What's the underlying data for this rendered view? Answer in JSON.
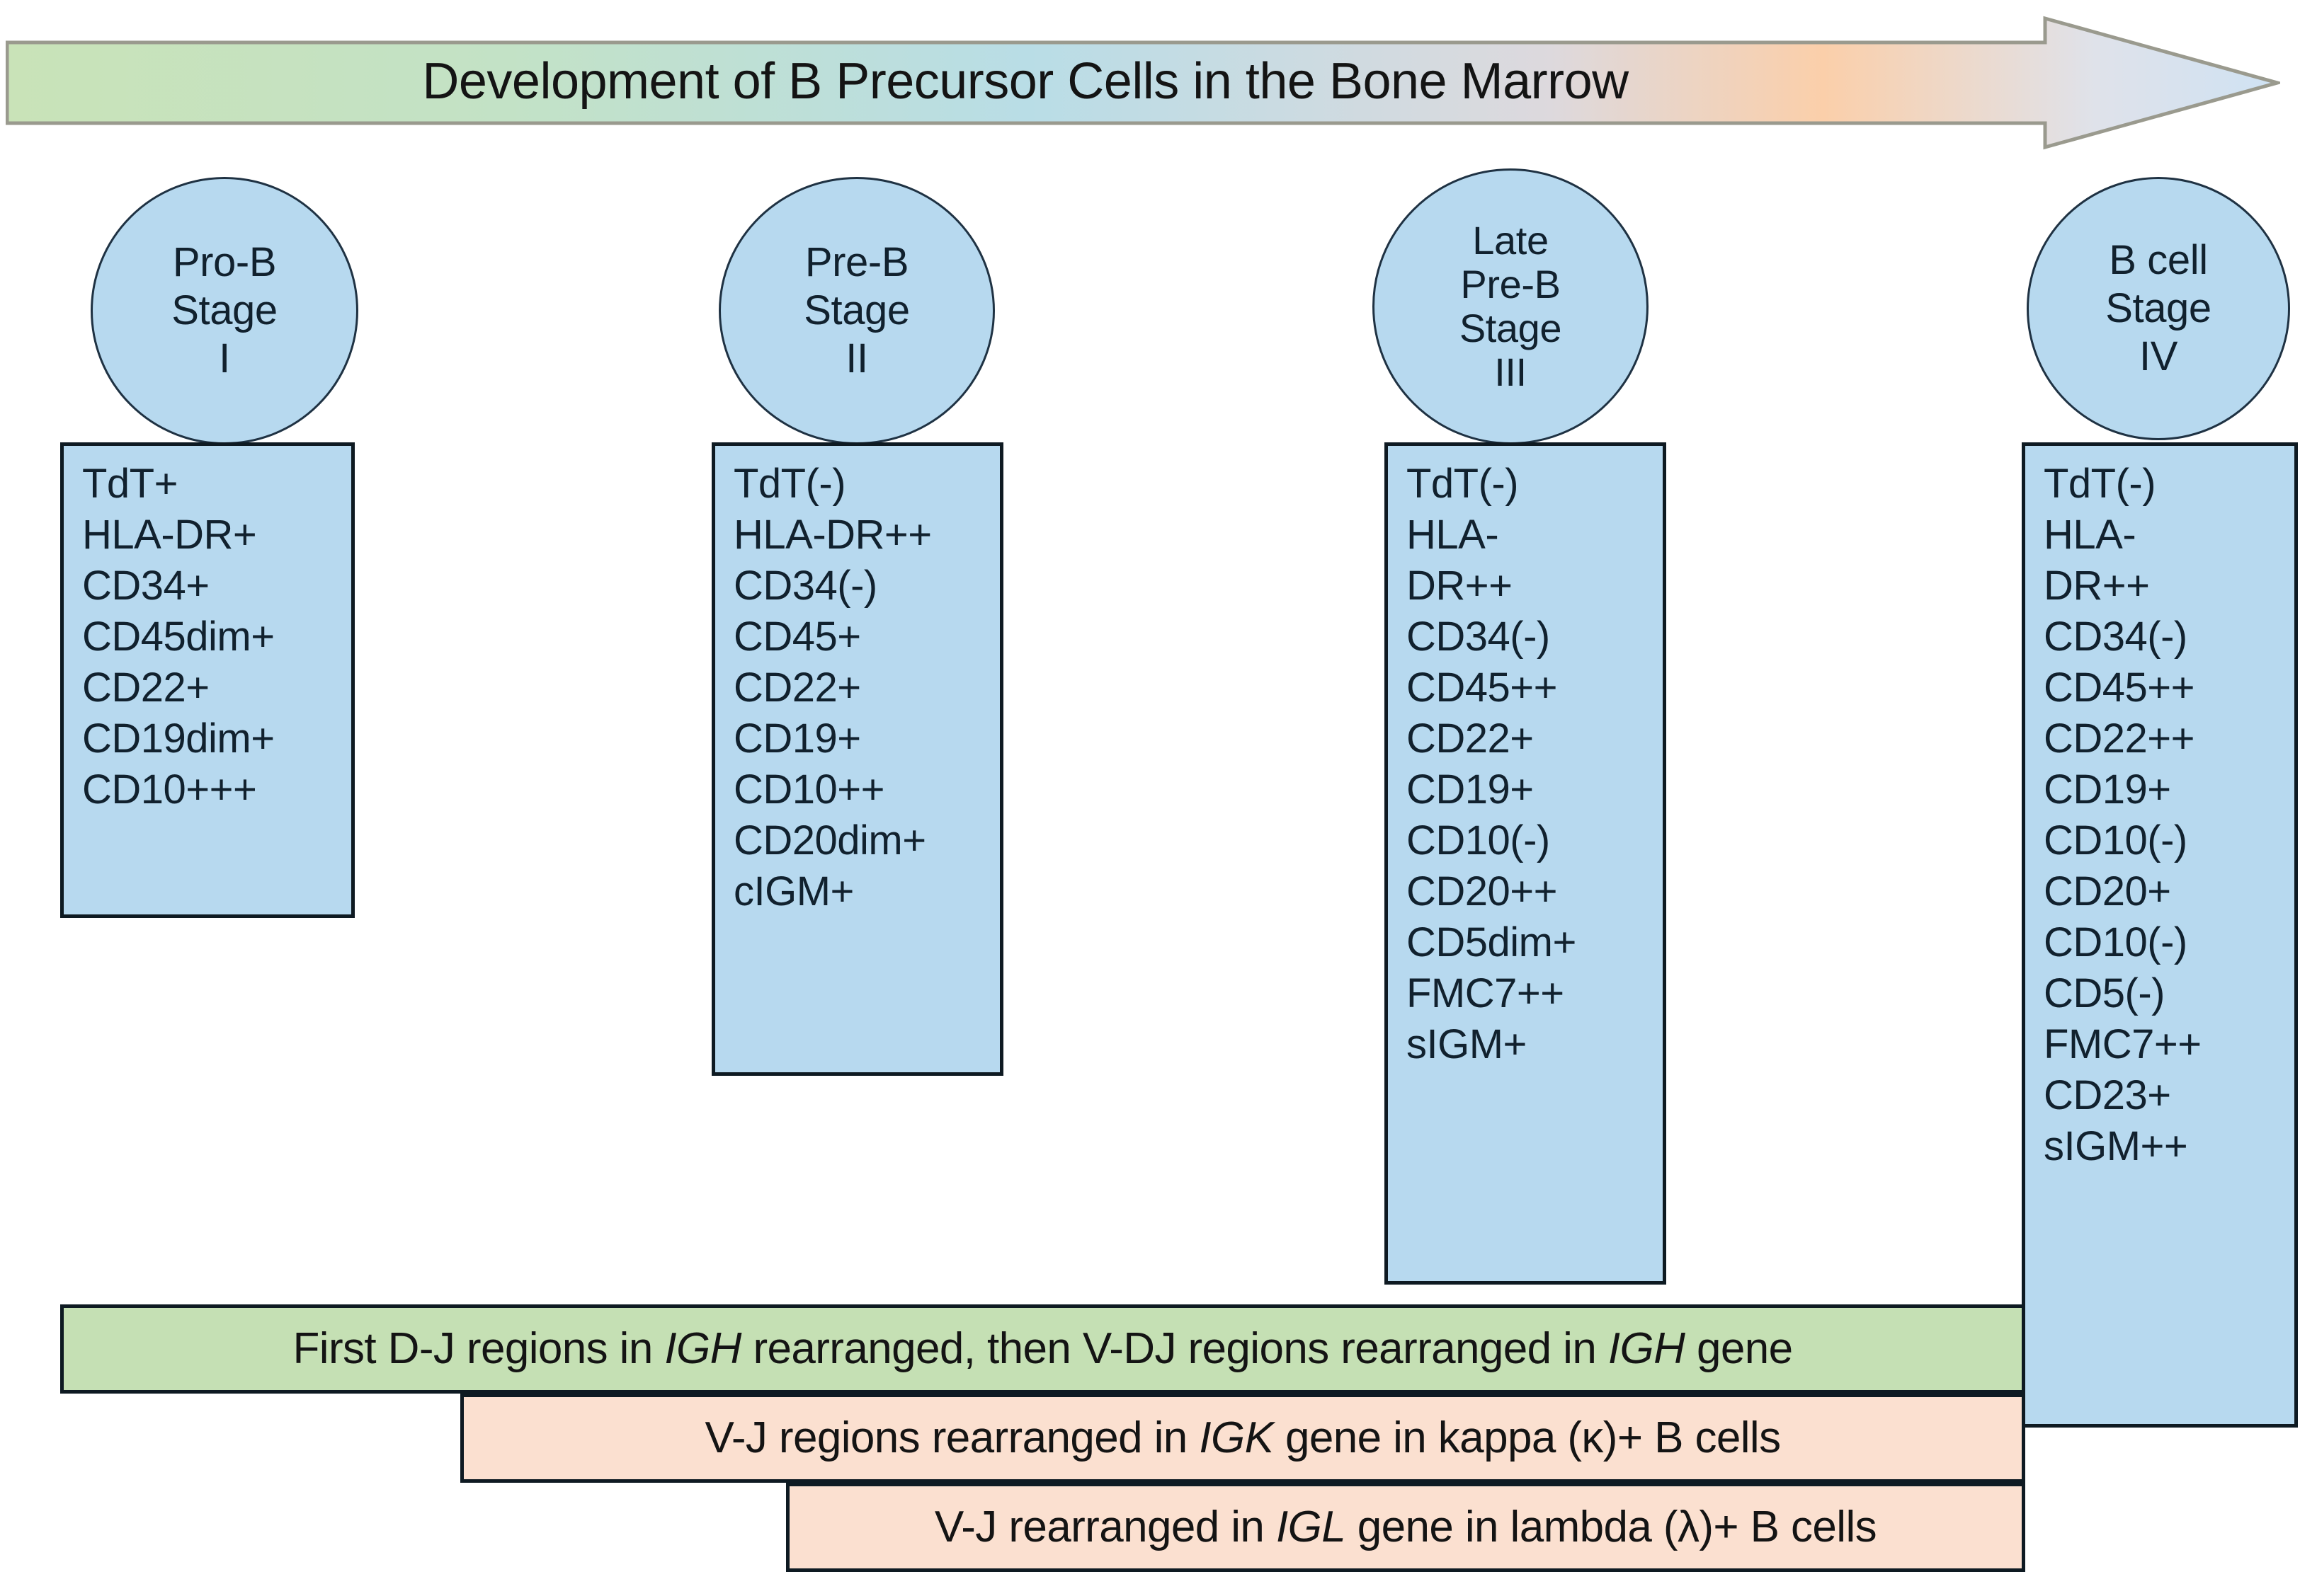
{
  "banner": {
    "title": "Development of B Precursor Cells in the Bone Marrow",
    "icon": "right-arrow-banner",
    "gradient_start": "#c9e3b8",
    "gradient_mid": "#b9dde6",
    "gradient_orange": "#fbcfaa",
    "gradient_end": "#cfe2f3",
    "border_color": "#9a9a8e"
  },
  "theme": {
    "circle_fill": "#b7d9ef",
    "circle_border": "#1f3243",
    "box_fill": "#b7d9ef",
    "box_border": "#0e1a22",
    "green_bar_fill": "#c5e0b4",
    "peach_bar_fill": "#fbe0d0",
    "text_color": "#11212e"
  },
  "stages": [
    {
      "id": "pro-b",
      "circle_lines": [
        "Pro-B",
        "Stage",
        "I"
      ],
      "markers": [
        "TdT+",
        "HLA-DR+",
        "CD34+",
        "CD45dim+",
        "CD22+",
        "CD19dim+",
        "CD10+++"
      ]
    },
    {
      "id": "pre-b",
      "circle_lines": [
        "Pre-B",
        "Stage",
        "II"
      ],
      "markers": [
        "TdT(-)",
        "HLA-DR++",
        "CD34(-)",
        "CD45+",
        "CD22+",
        "CD19+",
        "CD10++",
        "CD20dim+",
        "cIGM+"
      ]
    },
    {
      "id": "late-pre-b",
      "circle_lines": [
        "Late",
        "Pre-B",
        "Stage",
        "III"
      ],
      "markers": [
        "TdT(-)",
        "HLA-",
        "DR++",
        "CD34(-)",
        "CD45++",
        "CD22+",
        "CD19+",
        "CD10(-)",
        "CD20++",
        "CD5dim+",
        "FMC7++",
        "sIGM+"
      ]
    },
    {
      "id": "b-cell",
      "circle_lines": [
        "B cell",
        "Stage",
        "IV"
      ],
      "markers": [
        "TdT(-)",
        "HLA-",
        "DR++",
        "CD34(-)",
        "CD45++",
        "CD22++",
        "CD19+",
        "CD10(-)",
        "CD20+",
        "CD10(-)",
        "CD5(-)",
        "FMC7++",
        "CD23+",
        "sIGM++"
      ]
    }
  ],
  "gene_bars": [
    {
      "id": "igh-bar",
      "color": "green",
      "segments": [
        {
          "text": "First D-J regions in ",
          "italic": false
        },
        {
          "text": "IGH",
          "italic": true
        },
        {
          "text": " rearranged, then V-DJ regions rearranged in ",
          "italic": false
        },
        {
          "text": "IGH",
          "italic": true
        },
        {
          "text": " gene",
          "italic": false
        }
      ]
    },
    {
      "id": "igk-bar",
      "color": "peach",
      "segments": [
        {
          "text": "V-J regions rearranged in ",
          "italic": false
        },
        {
          "text": "IGK",
          "italic": true
        },
        {
          "text": " gene in kappa (κ)+ B cells",
          "italic": false
        }
      ]
    },
    {
      "id": "igl-bar",
      "color": "peach",
      "segments": [
        {
          "text": "V-J rearranged in ",
          "italic": false
        },
        {
          "text": "IGL",
          "italic": true
        },
        {
          "text": " gene in lambda (λ)+ B cells",
          "italic": false
        }
      ]
    }
  ]
}
